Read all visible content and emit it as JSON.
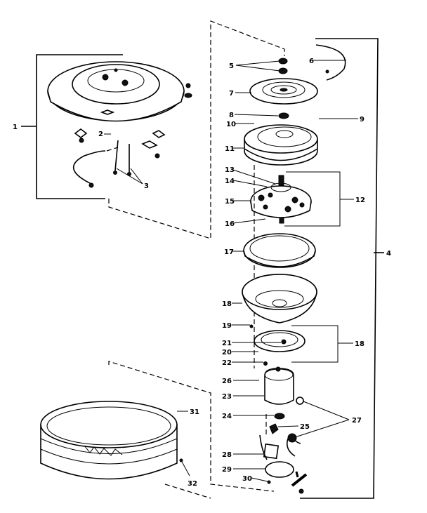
{
  "diagram": {
    "type": "exploded-parts-diagram",
    "callouts": {
      "c1": "1",
      "c2": "2",
      "c3": "3",
      "c4": "4",
      "c5": "5",
      "c6": "6",
      "c7": "7",
      "c8": "8",
      "c9": "9",
      "c10": "10",
      "c11": "11",
      "c12": "12",
      "c13": "13",
      "c14": "14",
      "c15": "15",
      "c16": "16",
      "c17": "17",
      "c18": "18",
      "c19": "19",
      "c18b": "18",
      "c20": "20",
      "c21": "21",
      "c22": "22",
      "c23": "23",
      "c24": "24",
      "c25": "25",
      "c26": "26",
      "c27": "27",
      "c28": "28",
      "c29": "29",
      "c30": "30",
      "c31": "31",
      "c32": "32"
    }
  }
}
